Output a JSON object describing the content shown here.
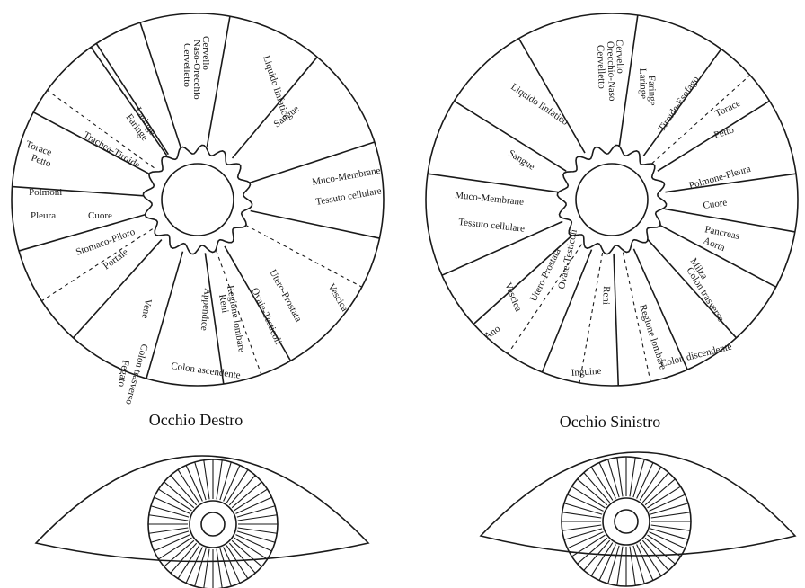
{
  "right_eye": {
    "caption": "Occhio Destro",
    "zones": [
      "Cervello",
      "Naso-Orecchio",
      "Cervelletto",
      "Liquido linfatico",
      "Sangue",
      "Muco-Membrane",
      "Tessuto cellulare",
      "Vescica",
      "Utero-Prostata",
      "Ovaie-Testicoli",
      "Reni",
      "Regione lombare",
      "Appendice",
      "Colon ascendente",
      "Colon trasverso",
      "Fegato",
      "Vene",
      "Portale",
      "Stomaco-Piloro",
      "Polmoni",
      "Pleura",
      "Cuore",
      "Torace",
      "Petto",
      "Trachea-Tiroide",
      "Faringe",
      "Laringe"
    ]
  },
  "left_eye": {
    "caption": "Occhio Sinistro",
    "zones": [
      "Cervello",
      "Orecchio-Naso",
      "Cervelletto",
      "Laringe",
      "Faringe",
      "Tiroide-Esofago",
      "Torace",
      "Petto",
      "Polmone-Pleura",
      "Cuore",
      "Pancreas",
      "Aorta",
      "Milza",
      "Colon trasverso",
      "Colon discendente",
      "Regione lombare",
      "Reni",
      "Inguine",
      "Ovaie-Testicoli",
      "Utero-Prostata",
      "Vescica",
      "Ano",
      "Muco-Membrane",
      "Tessuto cellulare",
      "Sangue",
      "Liquido linfatico"
    ]
  }
}
